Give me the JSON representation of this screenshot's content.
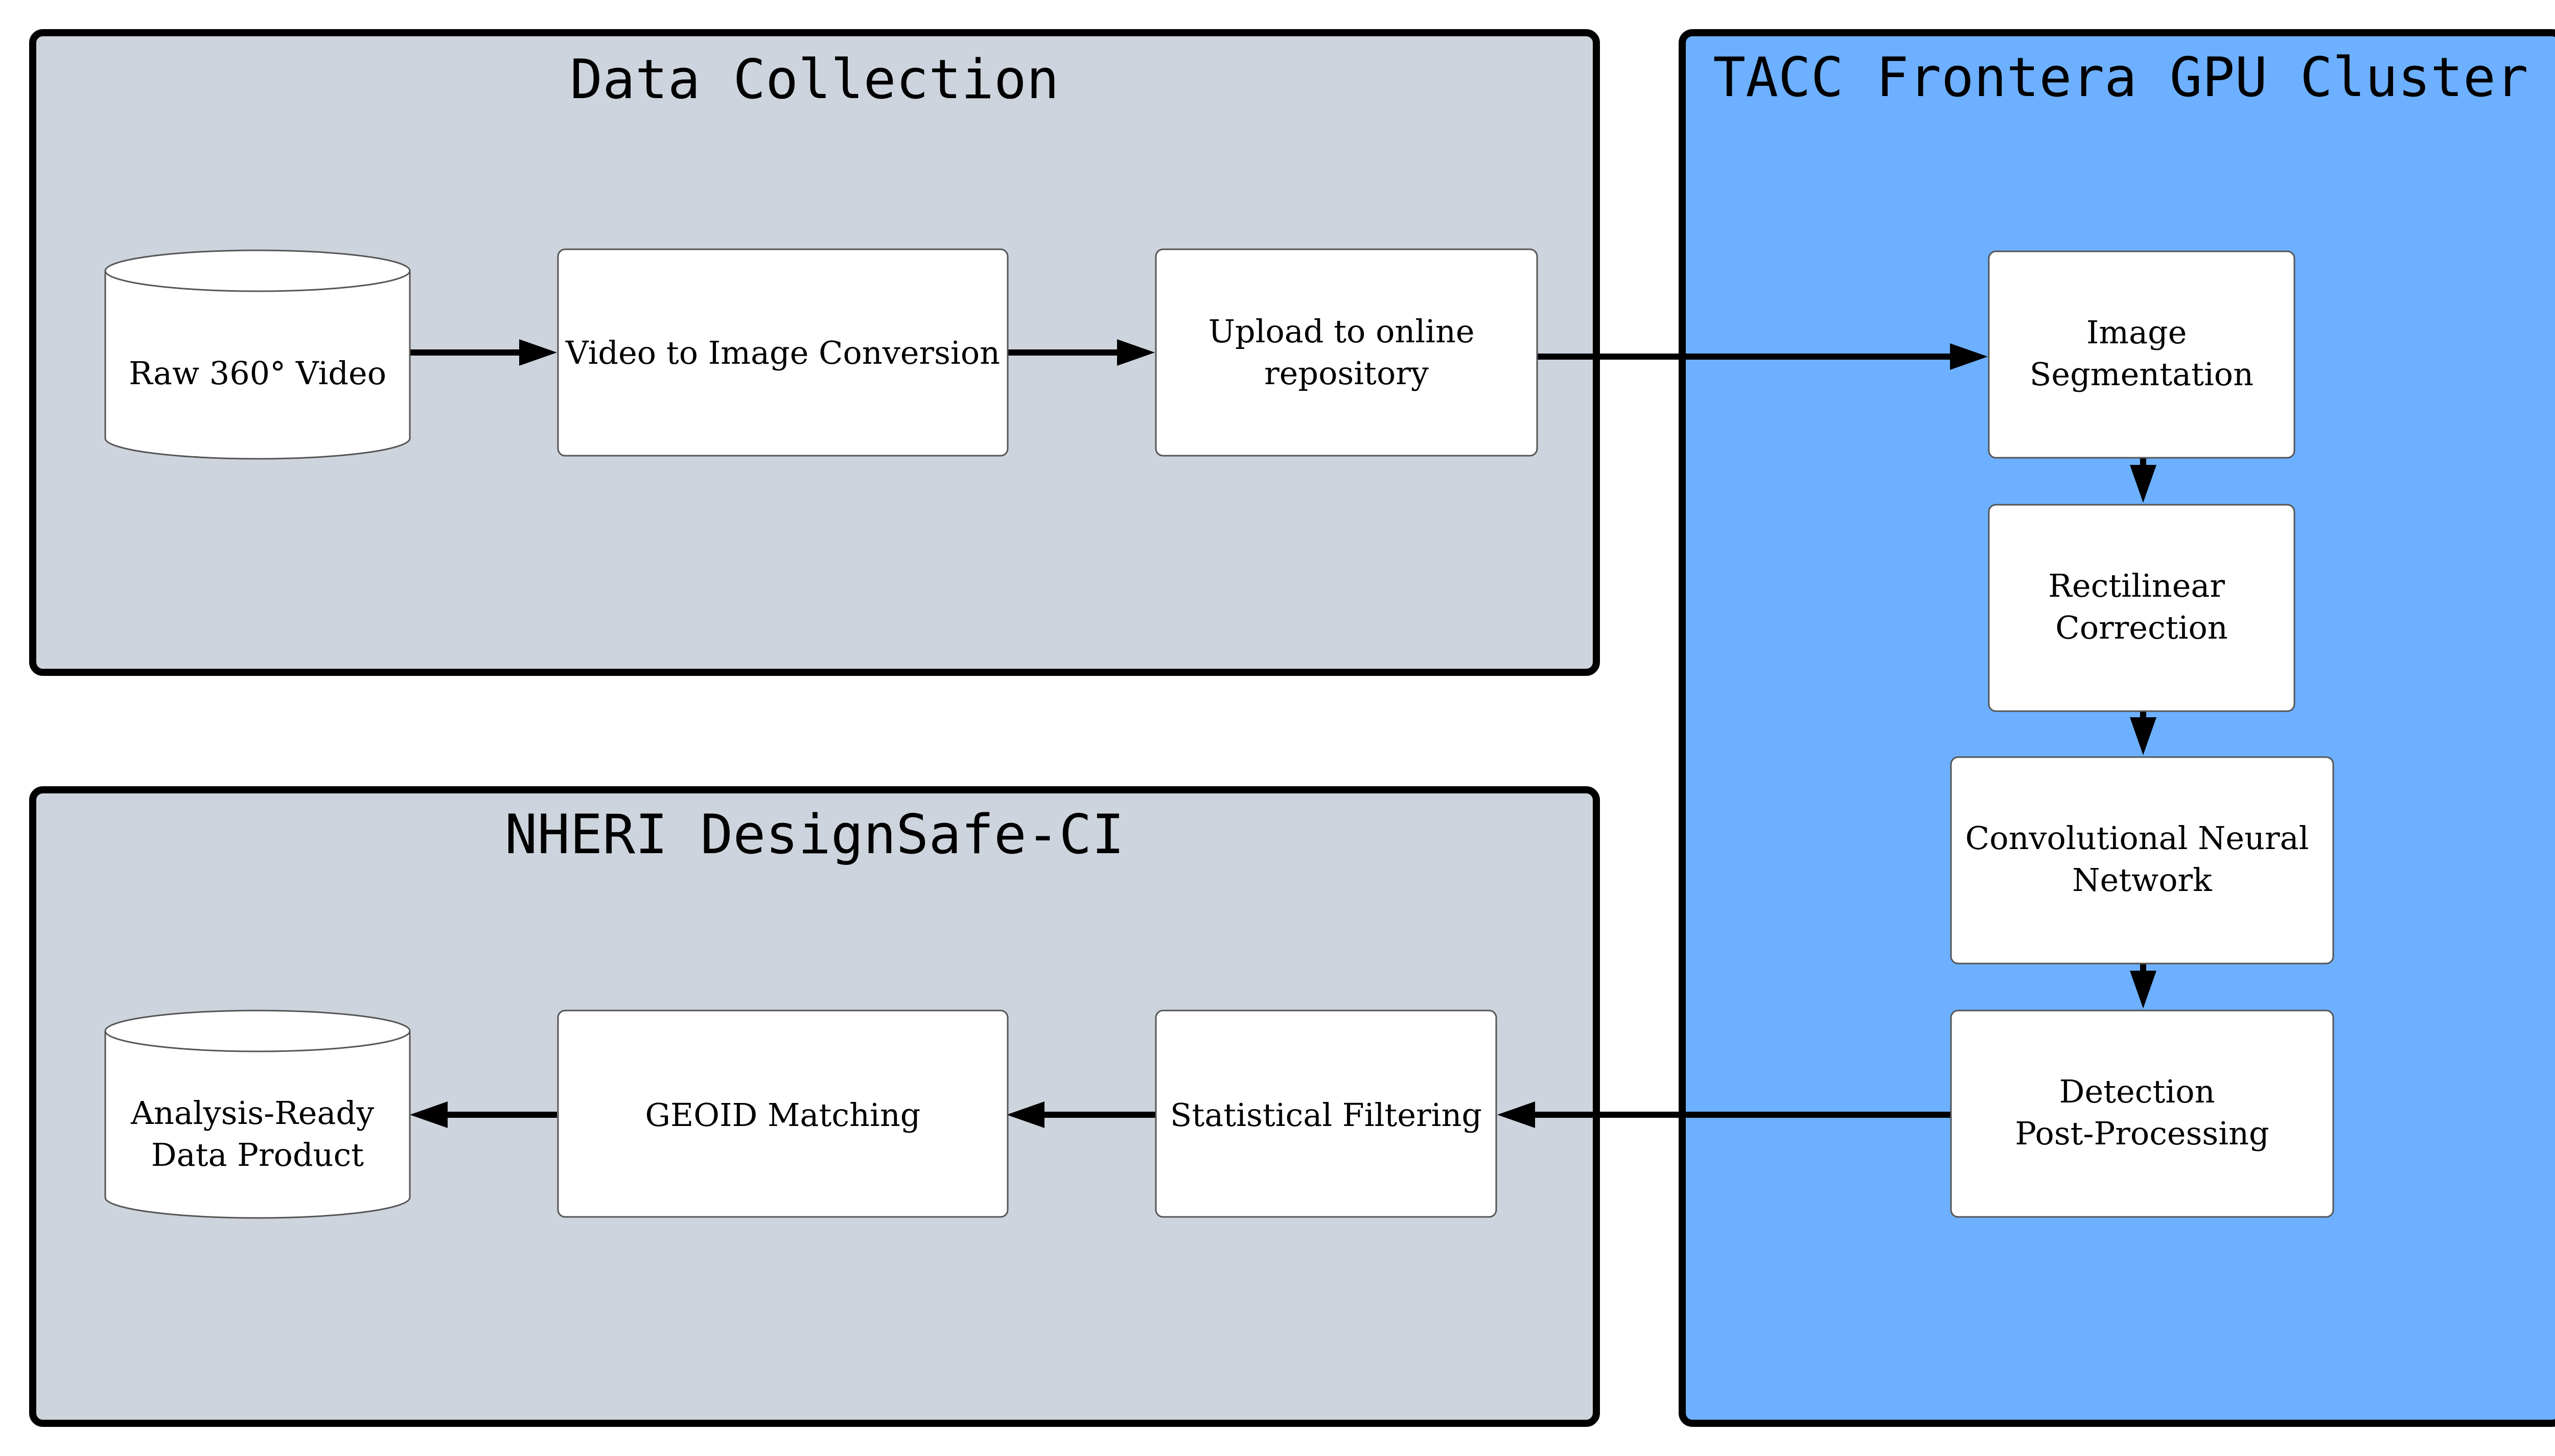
{
  "colors": {
    "data_collection_fill": "#cdd4dd",
    "designsafe_fill": "#cdd4dd",
    "tacc_fill": "#6db0ff",
    "node_fill": "#ffffff",
    "arrow": "#000000"
  },
  "groups": {
    "data_collection": {
      "title": "Data Collection"
    },
    "tacc": {
      "title": "TACC Frontera GPU Cluster"
    },
    "designsafe": {
      "title": "NHERI DesignSafe-CI"
    }
  },
  "nodes": {
    "raw_video": {
      "shape": "cylinder",
      "lines": [
        "Raw 360° Video"
      ]
    },
    "video_to_image": {
      "shape": "box",
      "lines": [
        "Video to Image Conversion"
      ]
    },
    "upload": {
      "shape": "box",
      "lines": [
        "Upload to online",
        "repository"
      ]
    },
    "segmentation": {
      "shape": "box",
      "lines": [
        "Image",
        "Segmentation"
      ]
    },
    "rectilinear": {
      "shape": "box",
      "lines": [
        "Rectilinear",
        "Correction"
      ]
    },
    "cnn": {
      "shape": "box",
      "lines": [
        "Convolutional Neural",
        "Network"
      ]
    },
    "post_processing": {
      "shape": "box",
      "lines": [
        "Detection",
        "Post-Processing"
      ]
    },
    "statistical_filtering": {
      "shape": "box",
      "lines": [
        "Statistical Filtering"
      ]
    },
    "geoid_matching": {
      "shape": "box",
      "lines": [
        "GEOID Matching"
      ]
    },
    "analysis_ready": {
      "shape": "cylinder",
      "lines": [
        "Analysis-Ready",
        "Data Product"
      ]
    }
  },
  "edges": [
    {
      "from": "raw_video",
      "to": "video_to_image"
    },
    {
      "from": "video_to_image",
      "to": "upload"
    },
    {
      "from": "upload",
      "to": "segmentation"
    },
    {
      "from": "segmentation",
      "to": "rectilinear"
    },
    {
      "from": "rectilinear",
      "to": "cnn"
    },
    {
      "from": "cnn",
      "to": "post_processing"
    },
    {
      "from": "post_processing",
      "to": "statistical_filtering"
    },
    {
      "from": "statistical_filtering",
      "to": "geoid_matching"
    },
    {
      "from": "geoid_matching",
      "to": "analysis_ready"
    }
  ]
}
